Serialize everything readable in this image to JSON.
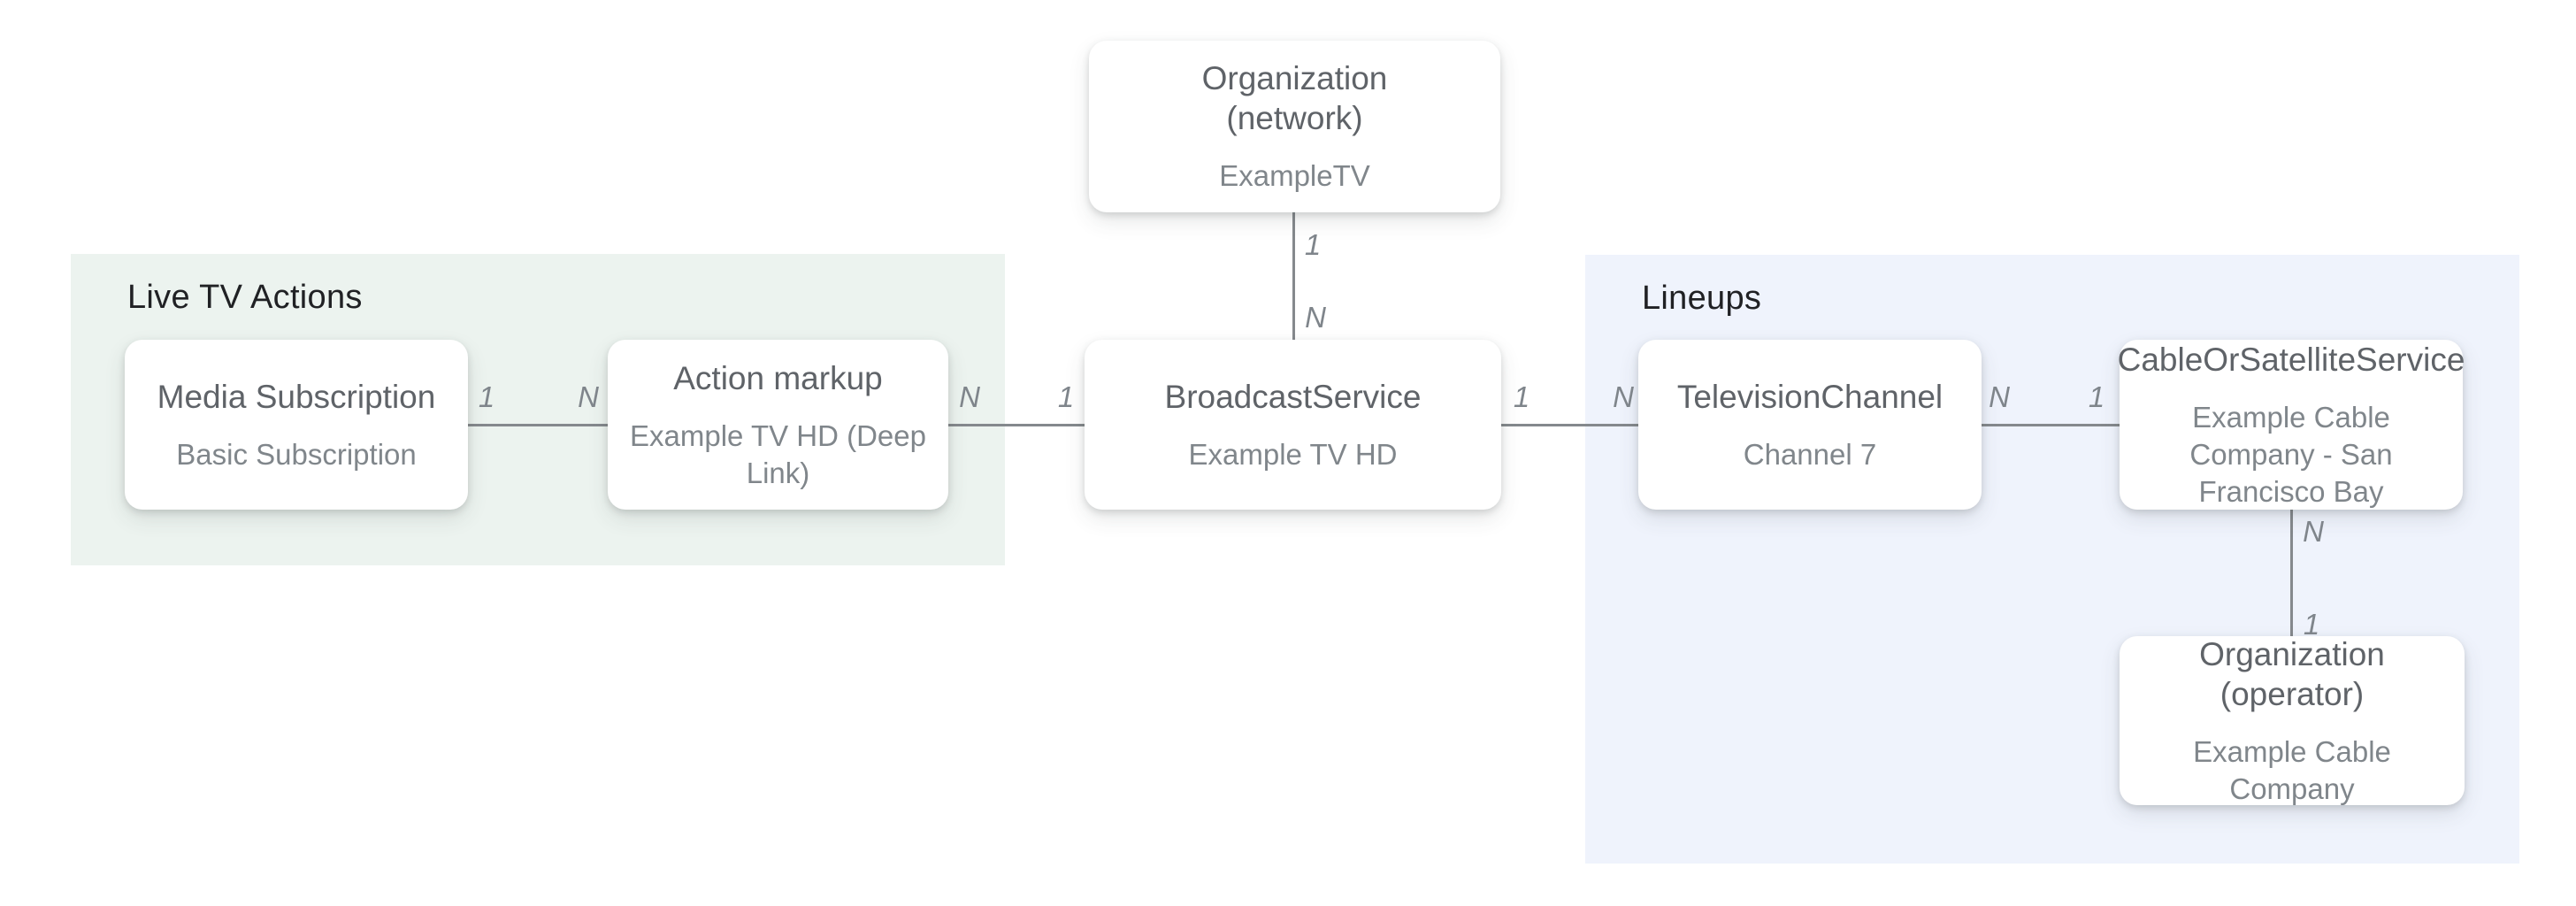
{
  "regions": {
    "live_tv_actions": {
      "title": "Live TV Actions"
    },
    "lineups": {
      "title": "Lineups"
    }
  },
  "nodes": {
    "organization_network": {
      "title_line1": "Organization",
      "title_line2": "(network)",
      "subtitle": "ExampleTV"
    },
    "media_subscription": {
      "title": "Media Subscription",
      "subtitle": "Basic Subscription"
    },
    "action_markup": {
      "title": "Action markup",
      "subtitle": "Example TV HD (Deep Link)"
    },
    "broadcast_service": {
      "title": "BroadcastService",
      "subtitle": "Example TV HD"
    },
    "television_channel": {
      "title": "TelevisionChannel",
      "subtitle": "Channel 7"
    },
    "cable_or_satellite_service": {
      "title": "CableOrSatelliteService",
      "subtitle": "Example Cable Company - San Francisco Bay"
    },
    "organization_operator": {
      "title": "Organization (operator)",
      "subtitle": "Example Cable Company"
    }
  },
  "edges": {
    "network_to_broadcast": {
      "from": "organization_network",
      "to": "broadcast_service",
      "from_label": "1",
      "to_label": "N"
    },
    "subscription_to_action": {
      "from": "media_subscription",
      "to": "action_markup",
      "from_label": "1",
      "to_label": "N"
    },
    "action_to_broadcast": {
      "from": "action_markup",
      "to": "broadcast_service",
      "from_label": "N",
      "to_label": "1"
    },
    "broadcast_to_channel": {
      "from": "broadcast_service",
      "to": "television_channel",
      "from_label": "1",
      "to_label": "N"
    },
    "channel_to_cable": {
      "from": "television_channel",
      "to": "cable_or_satellite_service",
      "from_label": "N",
      "to_label": "1"
    },
    "cable_to_operator": {
      "from": "cable_or_satellite_service",
      "to": "organization_operator",
      "from_label": "N",
      "to_label": "1"
    }
  },
  "colors": {
    "page_bg": "#FFFFFF",
    "region_live_tv_actions_bg": "#ECF3EF",
    "region_lineups_bg": "#EFF3FC",
    "node_bg": "#FFFFFF",
    "node_title": "#5F6368",
    "node_subtitle": "#80868B",
    "section_title": "#202124",
    "connector_line": "#85898D",
    "cardinality_label": "#7F858B"
  }
}
